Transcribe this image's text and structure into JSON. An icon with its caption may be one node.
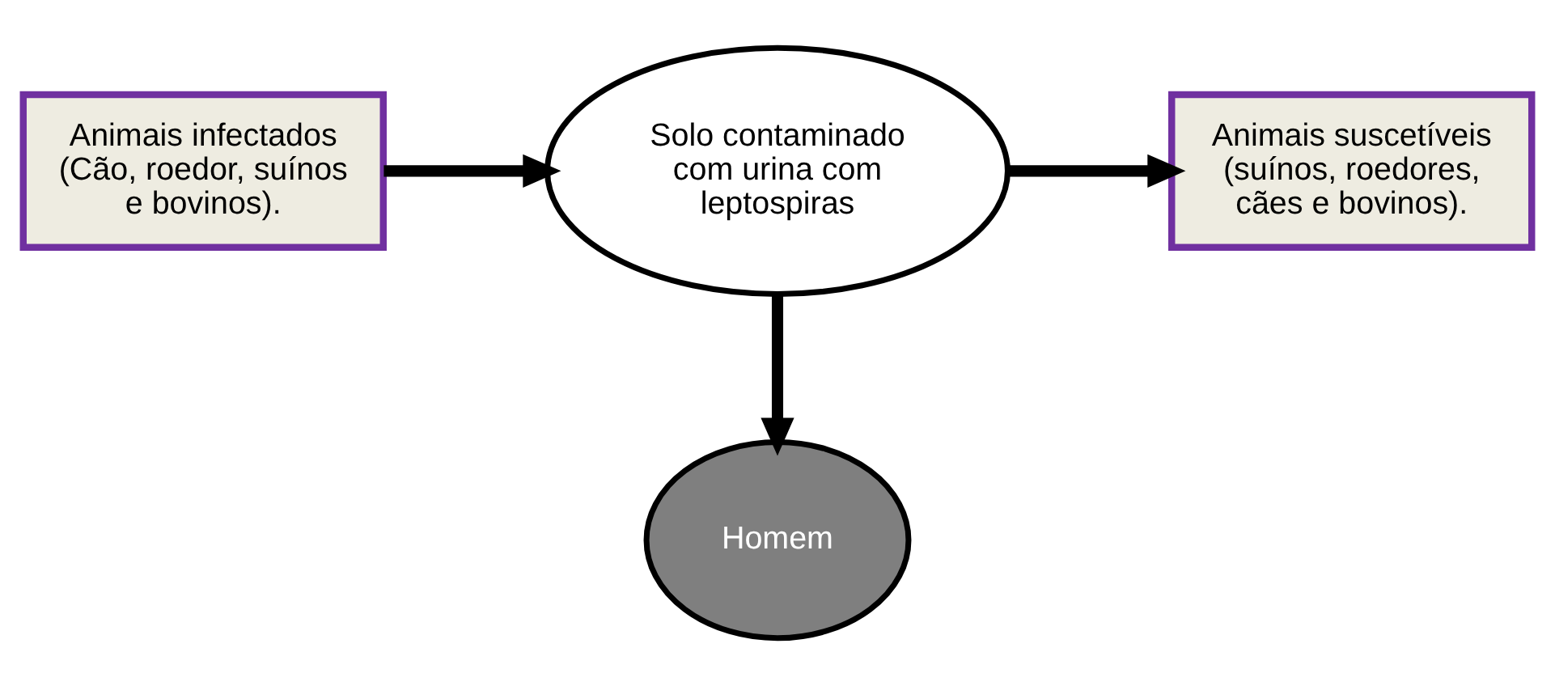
{
  "diagram": {
    "nodes": [
      {
        "text": [
          "Animais infectados (Cão, roedor, suínos e bovinos)."
        ]
      },
      {
        "text": [
          "Solo contaminado com urina com leptospiras"
        ]
      },
      {
        "text": [
          "Animais suscetíveis (suínos, roedores, cães e bovinos)."
        ]
      },
      {
        "text": [
          "Homem"
        ]
      }
    ],
    "edges": [
      {
        "from": 0,
        "to": 1,
        "arrow": "to"
      },
      {
        "from": 1,
        "to": 2,
        "arrow": "to"
      },
      {
        "from": 1,
        "to": 3,
        "arrow": "to"
      }
    ]
  }
}
